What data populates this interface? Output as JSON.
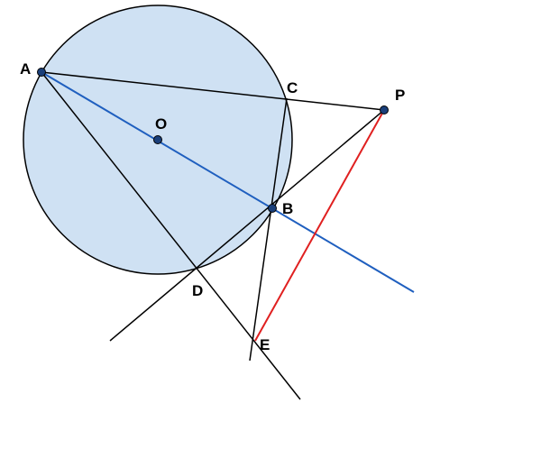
{
  "colors": {
    "circle_fill": "#cfe1f3",
    "stroke": "#000000",
    "diameter_line": "#1f5fbf",
    "segment_pe": "#e02020",
    "point_fill": "#1a3f7a"
  },
  "points": {
    "A": "A",
    "O": "O",
    "B": "B",
    "C": "C",
    "P": "P",
    "D": "D",
    "E": "E"
  }
}
